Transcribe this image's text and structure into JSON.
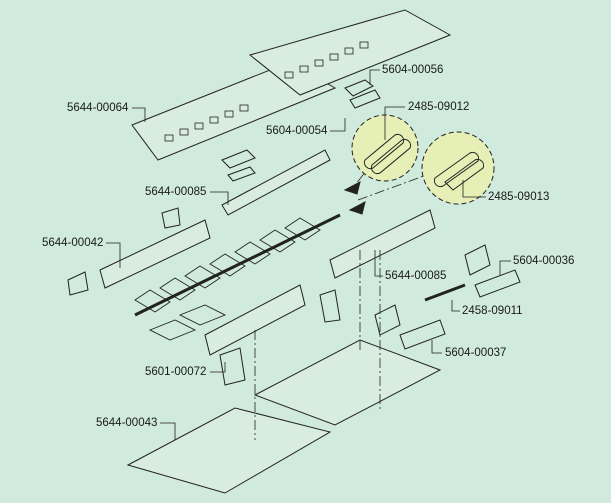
{
  "colors": {
    "background": "#d0eadd",
    "detail_circle": "#e6efb6",
    "line": "#222222"
  },
  "labels": {
    "top_panel": "5644-00064",
    "bracket_upper": "5604-00056",
    "bracket_lower": "5604-00054",
    "link_detail_a": "2485-09012",
    "link_detail_b": "2485-09013",
    "side_rail_upper": "5644-00085",
    "side_rail_left": "5644-00042",
    "side_rail_right": "5644-00085",
    "end_bracket_right": "5604-00036",
    "chain": "2458-09011",
    "end_bracket_lower": "5604-00037",
    "end_plate": "5601-00072",
    "bottom_plate": "5644-00043"
  }
}
